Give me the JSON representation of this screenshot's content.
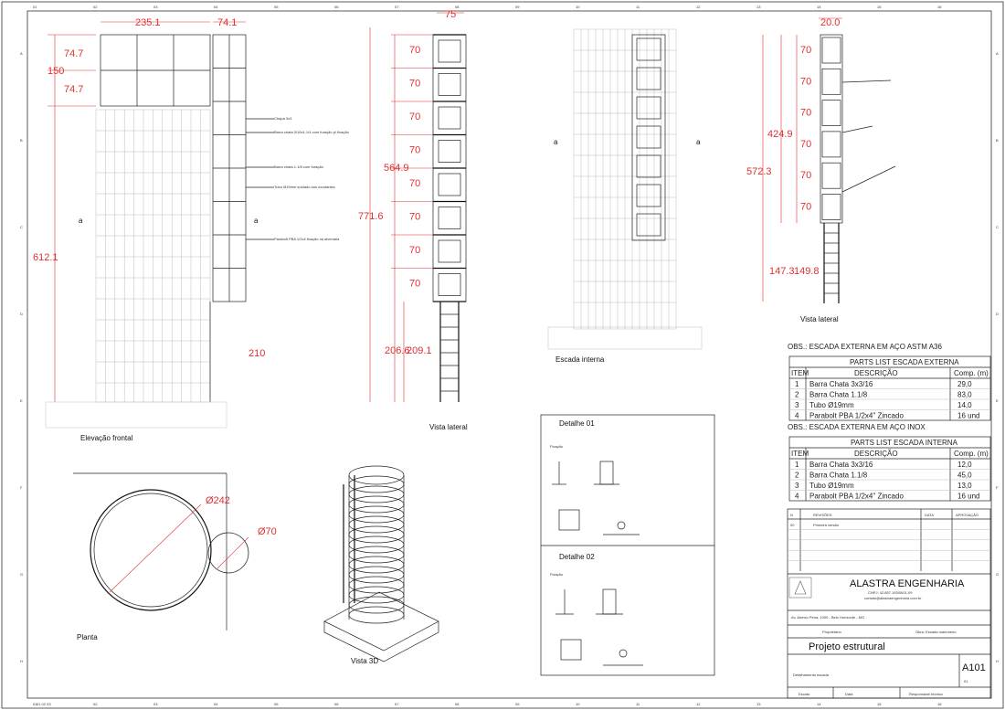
{
  "frame": {
    "columns": [
      "01",
      "02",
      "03",
      "04",
      "05",
      "06",
      "07",
      "08",
      "09",
      "10",
      "11",
      "12",
      "13",
      "14",
      "15",
      "16"
    ],
    "rows": [
      "A",
      "B",
      "C",
      "D",
      "E",
      "F",
      "G",
      "H"
    ]
  },
  "views": {
    "front": {
      "dims": [
        "235.1",
        "74.1",
        "74.7",
        "150",
        "74.7",
        "612.1",
        "210"
      ],
      "section_mark": "a",
      "title": "Elevação frontal",
      "notes": [
        "Chapa 3x3",
        "Barra chata 3/16x1.1/4 com furação p/ fixação",
        "Barra chata 1.1/8 com furação",
        "Tubo Ø19mm soldado aos montantes",
        "Parabolt PBA 1/2x4 fixação na alvenaria"
      ]
    },
    "lateral": {
      "dims": [
        "75",
        "70",
        "70",
        "70",
        "70",
        "70",
        "70",
        "70",
        "70",
        "564.9",
        "771.6",
        "206.6",
        "209.1"
      ],
      "title": "Vista lateral"
    },
    "internal": {
      "section_mark": "a",
      "title": "Escada interna"
    },
    "right": {
      "dims": [
        "20.0",
        "70",
        "70",
        "70",
        "70",
        "70",
        "70",
        "424.9",
        "572.3",
        "147.3",
        "149.8"
      ],
      "title": "Vista lateral"
    },
    "plan": {
      "dims": [
        "Ø242",
        "Ø70"
      ],
      "title": "Planta"
    },
    "iso": {
      "title": "Vista 3D"
    },
    "details": [
      {
        "title": "Detalhe 01",
        "label": "Fixação"
      },
      {
        "title": "Detalhe 02",
        "label": "Fixação"
      }
    ]
  },
  "obs": [
    "OBS.: ESCADA EXTERNA EM AÇO ASTM A36",
    "OBS.: ESCADA EXTERNA EM AÇO INOX"
  ],
  "parts_lists": [
    {
      "title": "PARTS LIST ESCADA EXTERNA",
      "headers": [
        "ITEM",
        "DESCRIÇÃO",
        "Comp. (m)"
      ],
      "rows": [
        [
          "1",
          "Barra Chata 3x3/16",
          "29,0"
        ],
        [
          "2",
          "Barra Chata 1.1/8",
          "83,0"
        ],
        [
          "3",
          "Tubo Ø19mm",
          "14,0"
        ],
        [
          "4",
          "Parabolt PBA 1/2x4\" Zincado",
          "16 und"
        ]
      ]
    },
    {
      "title": "PARTS LIST ESCADA INTERNA",
      "headers": [
        "ITEM",
        "DESCRIÇÃO",
        "Comp. (m)"
      ],
      "rows": [
        [
          "1",
          "Barra Chata 3x3/16",
          "12,0"
        ],
        [
          "2",
          "Barra Chata 1.1/8",
          "45,0"
        ],
        [
          "3",
          "Tubo Ø19mm",
          "13,0"
        ],
        [
          "4",
          "Parabolt PBA 1/2x4\" Zincado",
          "16 und"
        ]
      ]
    }
  ],
  "title_block": {
    "revision_headers": [
      "N",
      "REVISÕES",
      "DATA",
      "APROVAÇÃO"
    ],
    "revision_rows": [
      [
        "00",
        "Primeira versão",
        "",
        ""
      ]
    ],
    "company": "ALASTRA ENGENHARIA",
    "company_sub1": "CNPJ: 42.857.193/0001-09",
    "company_sub2": "contato@alastraengenharia.com.br",
    "address": "Av. Afonso Pena, 1000 - Belo Horizonte - MG",
    "owner_label": "Proprietário",
    "city_label": "Obra: Escada marinheiro",
    "project": "Projeto estrutural",
    "sheet": "A101",
    "sheet_sub": "01",
    "content_label": "Detalhamento escada",
    "footer": [
      "Escala",
      "Data",
      "Responsável técnico"
    ]
  },
  "bottom_note": "01  02  03"
}
